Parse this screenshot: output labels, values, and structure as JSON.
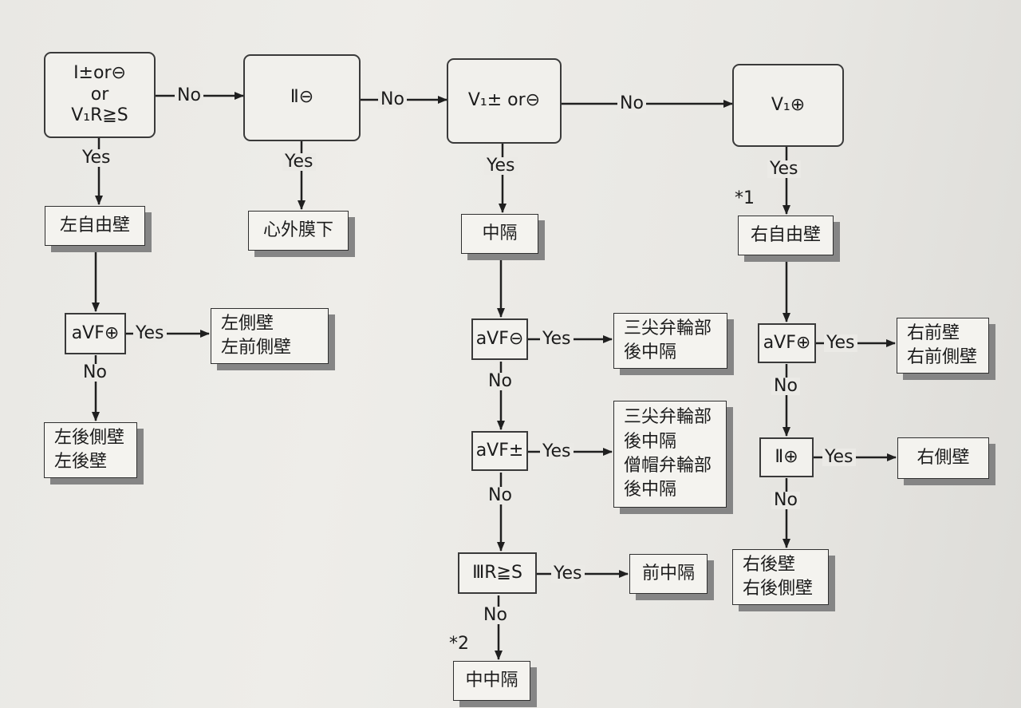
{
  "questions": {
    "q1_line1": "I±or⊖",
    "q1_line2": "or",
    "q1_line3": "V₁R≧S",
    "q2": "Ⅱ⊖",
    "q3": "V₁± or⊖",
    "q4": "V₁⊕"
  },
  "conditions": {
    "c_avf_plus_left": "aVF⊕",
    "c_avf_minus": "aVF⊖",
    "c_avf_pm": "aVF±",
    "c_iii_rs": "ⅢR≧S",
    "c_avf_plus_right": "aVF⊕",
    "c_ii_plus": "Ⅱ⊕"
  },
  "results": {
    "left_free_wall": "左自由壁",
    "subepicardial": "心外膜下",
    "septum": "中隔",
    "right_free_wall": "右自由壁",
    "left_lateral_line1": "左側壁",
    "left_lateral_line2": "左前側壁",
    "left_posterior_line1": "左後側壁",
    "left_posterior_line2": "左後壁",
    "tricuspid_line1": "三尖弁輪部",
    "tricuspid_line2": "後中隔",
    "mixed_line1": "三尖弁輪部",
    "mixed_line2": "後中隔",
    "mixed_line3": "僧帽弁輪部",
    "mixed_line4": "後中隔",
    "anterior_septum": "前中隔",
    "mid_septum": "中中隔",
    "right_anterior_line1": "右前壁",
    "right_anterior_line2": "右前側壁",
    "right_lateral": "右側壁",
    "right_posterior_line1": "右後壁",
    "right_posterior_line2": "右後側壁"
  },
  "labels": {
    "yes": "Yes",
    "no": "No"
  },
  "notes": {
    "note1": "*1",
    "note2": "*2"
  }
}
